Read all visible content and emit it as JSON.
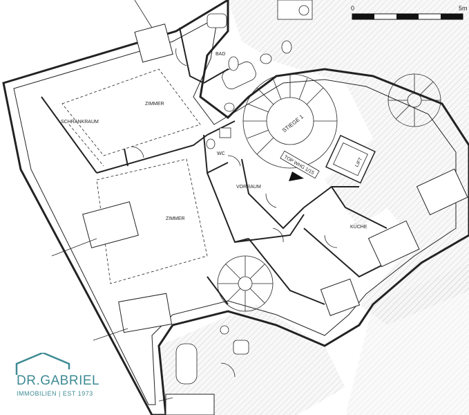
{
  "scale_bar": {
    "start_label": "0",
    "end_label": "5m"
  },
  "rooms": {
    "bad": "BAD",
    "zimmer_top": "ZIMMER",
    "schrankraum": "SCHRANKRAUM",
    "wc": "WC",
    "vorraum": "VORRAUM",
    "zimmer_main": "ZIMMER",
    "kueche": "KÜCHE",
    "lift": "LIFT",
    "stiege": "STIEGE 1",
    "unit_tag": "TOP WHG 1/15"
  },
  "logo": {
    "brand": "DR.GABRIEL",
    "tagline": "IMMOBILIEN | EST 1973",
    "color": "#3e8a94"
  },
  "colors": {
    "line": "#222222",
    "hatch": "#9a9a9a",
    "shade": "#efefef"
  }
}
